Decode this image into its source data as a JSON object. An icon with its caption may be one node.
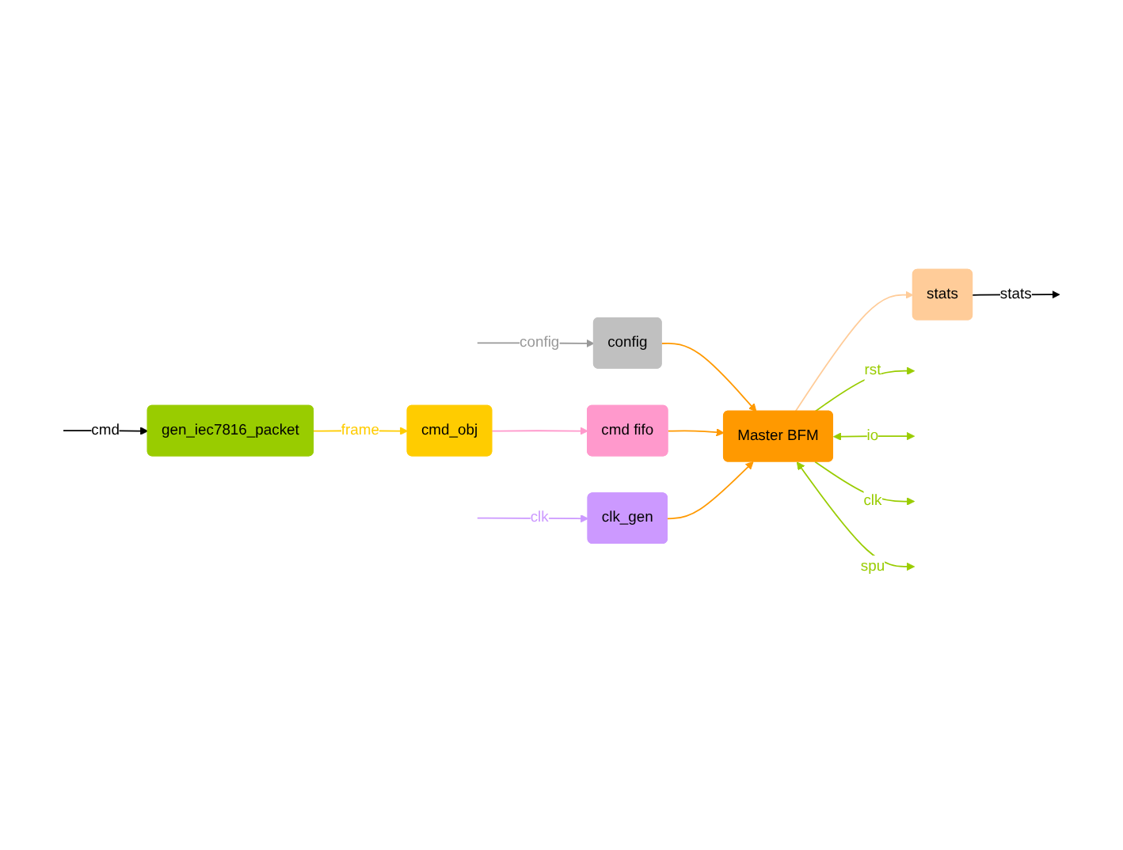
{
  "diagram": {
    "nodes": [
      {
        "text": [
          "config"
        ]
      },
      {
        "text": [
          "gen_iec7816_packet"
        ]
      },
      {
        "text": [
          "cmd_obj"
        ]
      },
      {
        "text": [
          "cmd fifo"
        ]
      },
      {
        "text": [
          "Master BFM"
        ]
      },
      {
        "text": [
          "clk_gen"
        ]
      },
      {
        "text": [
          "stats"
        ]
      }
    ],
    "edges": [
      {
        "from": null,
        "to": 0,
        "arrow": "to",
        "label": "config",
        "color": "#999999"
      },
      {
        "from": 0,
        "to": 4,
        "arrow": "to",
        "color": "#ff9900"
      },
      {
        "from": null,
        "to": 1,
        "arrow": "to",
        "label": "cmd",
        "color": "#000000"
      },
      {
        "from": 1,
        "to": 2,
        "arrow": "to",
        "label": "frame",
        "color": "#ffcc00"
      },
      {
        "from": 2,
        "to": 3,
        "arrow": "to",
        "color": "#ff99cc"
      },
      {
        "from": 3,
        "to": 4,
        "arrow": "to",
        "color": "#ff9900"
      },
      {
        "from": 4,
        "to": null,
        "arrow": "to",
        "label": "rst",
        "color": "#99cc00"
      },
      {
        "from": 4,
        "to": null,
        "arrow": "both",
        "label": "io",
        "color": "#99cc00"
      },
      {
        "from": 4,
        "to": null,
        "arrow": "to",
        "label": "clk",
        "color": "#99cc00"
      },
      {
        "from": 4,
        "to": null,
        "arrow": "both",
        "label": "spu",
        "color": "#99cc00"
      },
      {
        "from": null,
        "to": 5,
        "arrow": "to",
        "label": "clk",
        "color": "#cc99ff"
      },
      {
        "from": 5,
        "to": 4,
        "arrow": "to",
        "color": "#ff9900"
      },
      {
        "from": 4,
        "to": 6,
        "arrow": "to",
        "color": "#ffcc99"
      },
      {
        "from": 6,
        "to": null,
        "arrow": "to",
        "label": "stats",
        "color": "#000000"
      }
    ]
  }
}
